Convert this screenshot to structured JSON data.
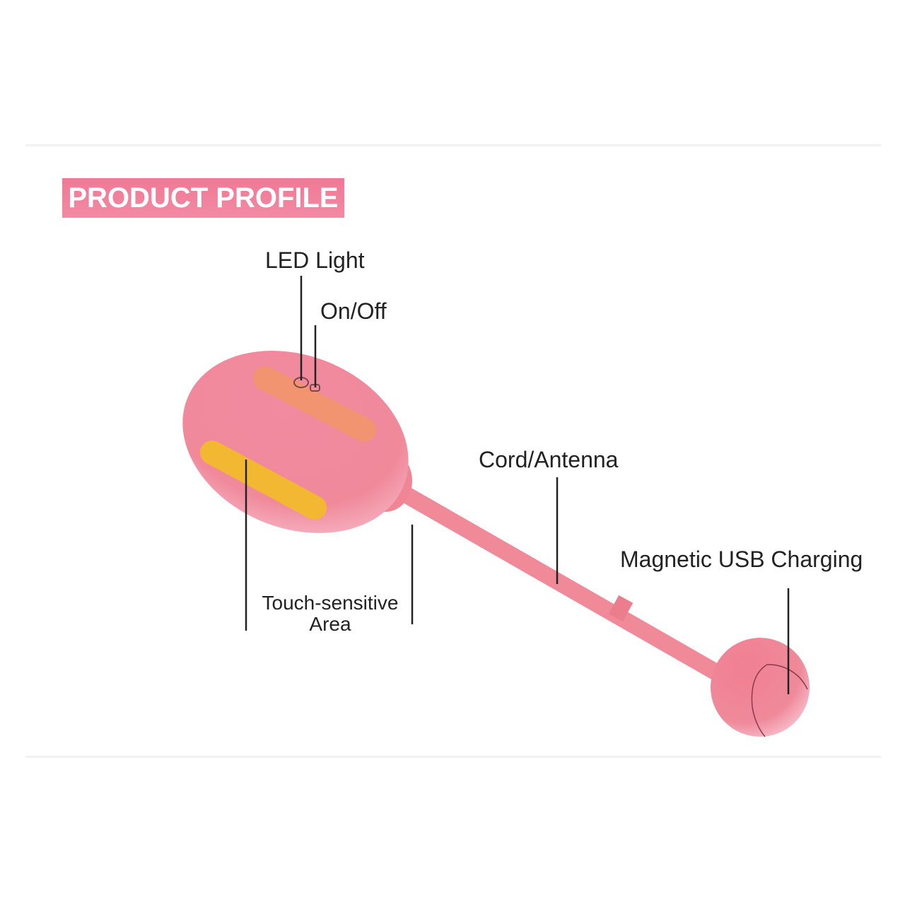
{
  "title": "PRODUCT PROFILE",
  "callouts": {
    "led_light": "LED Light",
    "on_off": "On/Off",
    "cord_antenna": "Cord/Antenna",
    "magnetic_usb": "Magnetic USB Charging",
    "touch_line1": "Touch-sensitive",
    "touch_line2": "Area"
  },
  "colors": {
    "accent": "#f07895",
    "body": "#f08a98",
    "touch_upper": "#f2946f",
    "touch_lower": "#f3b832",
    "line": "#222222"
  }
}
